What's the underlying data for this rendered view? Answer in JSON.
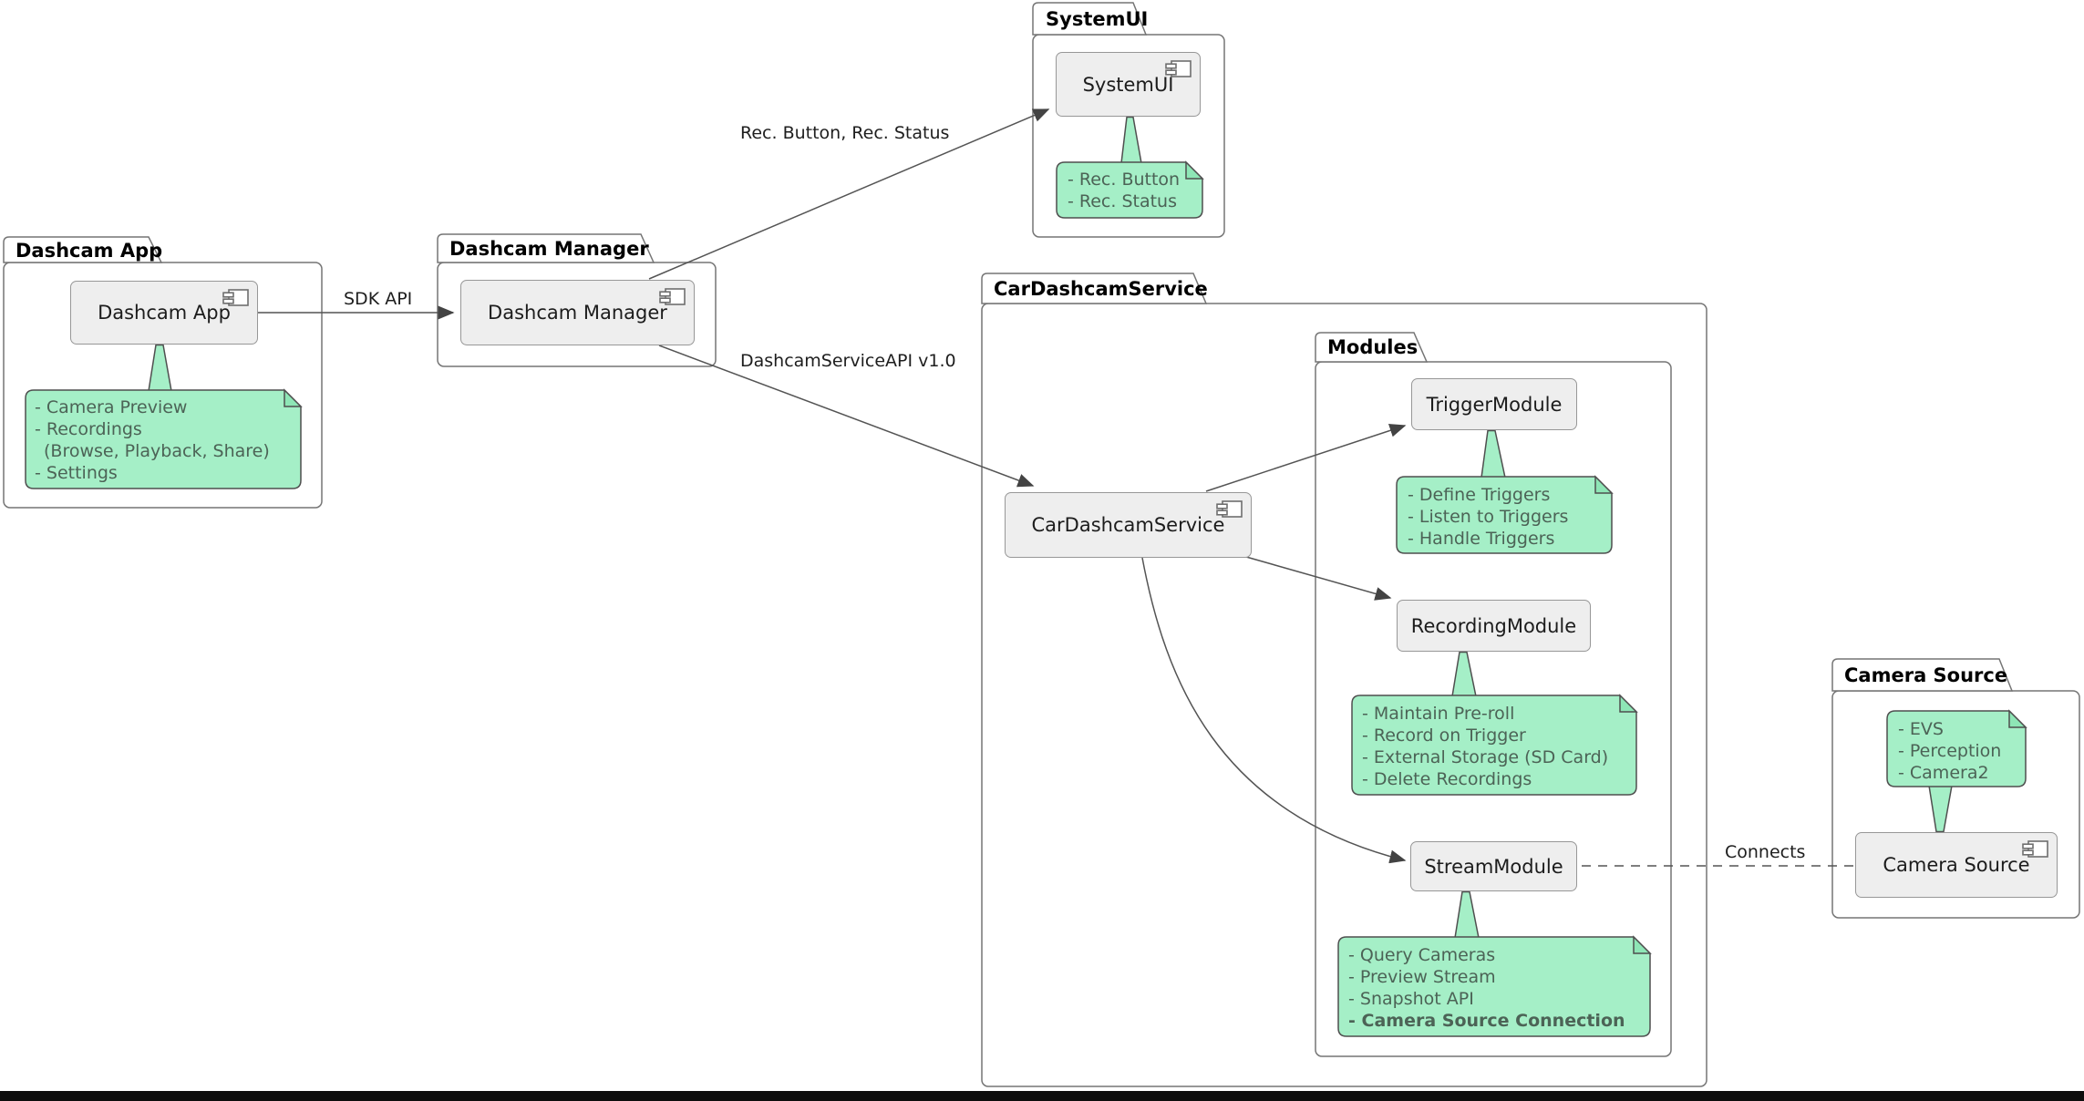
{
  "packages": {
    "systemui": "SystemUI",
    "dashcam_app": "Dashcam App",
    "dashcam_manager": "Dashcam Manager",
    "car_dashcam_service": "CarDashcamService",
    "modules": "Modules",
    "camera_source": "Camera Source"
  },
  "components": {
    "systemui": "SystemUI",
    "dashcam_app": "Dashcam App",
    "dashcam_manager": "Dashcam Manager",
    "car_dashcam_service": "CarDashcamService",
    "trigger_module": "TriggerModule",
    "recording_module": "RecordingModule",
    "stream_module": "StreamModule",
    "camera_source": "Camera Source"
  },
  "edges": {
    "sdk_api": "SDK API",
    "rec_button_status": "Rec. Button, Rec. Status",
    "dashcam_service_api": "DashcamServiceAPI v1.0",
    "connects": "Connects"
  },
  "notes": {
    "systemui": {
      "lines": [
        "- Rec. Button",
        "- Rec. Status"
      ]
    },
    "dashcam_app": {
      "lines": [
        "- Camera Preview",
        "- Recordings",
        "(Browse, Playback, Share)",
        "- Settings"
      ]
    },
    "trigger_module": {
      "lines": [
        "- Define Triggers",
        "- Listen to Triggers",
        "- Handle Triggers"
      ]
    },
    "recording_module": {
      "lines": [
        "- Maintain Pre-roll",
        "- Record on Trigger",
        "- External Storage (SD Card)",
        "- Delete Recordings"
      ]
    },
    "stream_module": {
      "lines": [
        "- Query Cameras",
        "- Preview Stream",
        "- Snapshot API",
        "- Camera Source Connection"
      ]
    },
    "camera_source": {
      "lines": [
        "- EVS",
        "- Perception",
        "- Camera2"
      ]
    }
  },
  "colors": {
    "note_fill": "#A5EFC7",
    "note_fold": "#8EE6B6",
    "note_border": "#4F4F4F",
    "component_fill": "#EEEEEE",
    "package_border": "#757575",
    "line": "#545454"
  }
}
